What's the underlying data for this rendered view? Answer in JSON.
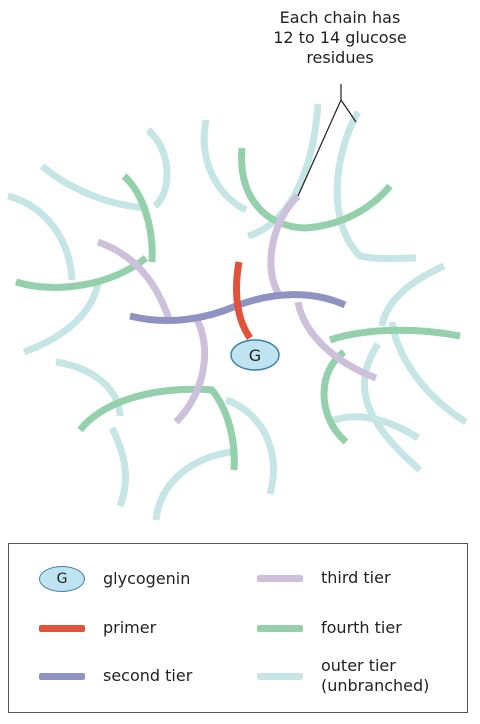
{
  "annotation": {
    "lines": [
      "Each chain has",
      "12 to 14 glucose",
      "residues"
    ]
  },
  "core": {
    "label": "G"
  },
  "colors": {
    "primer": "#e2523b",
    "second_tier": "#8f93c4",
    "third_tier": "#cdc0da",
    "fourth_tier": "#93d0ab",
    "outer_tier": "#c5e6e4",
    "glycogenin_fill": "#bfe4f1",
    "glycogenin_stroke": "#3d7fa8"
  },
  "legend": {
    "glycogenin": {
      "glyph": "G",
      "label": "glycogenin"
    },
    "primer": {
      "label": "primer"
    },
    "second_tier": {
      "label": "second tier"
    },
    "third_tier": {
      "label": "third tier"
    },
    "fourth_tier": {
      "label": "fourth tier"
    },
    "outer_tier": {
      "label_lines": [
        "outer tier",
        "(unbranched)"
      ]
    }
  }
}
